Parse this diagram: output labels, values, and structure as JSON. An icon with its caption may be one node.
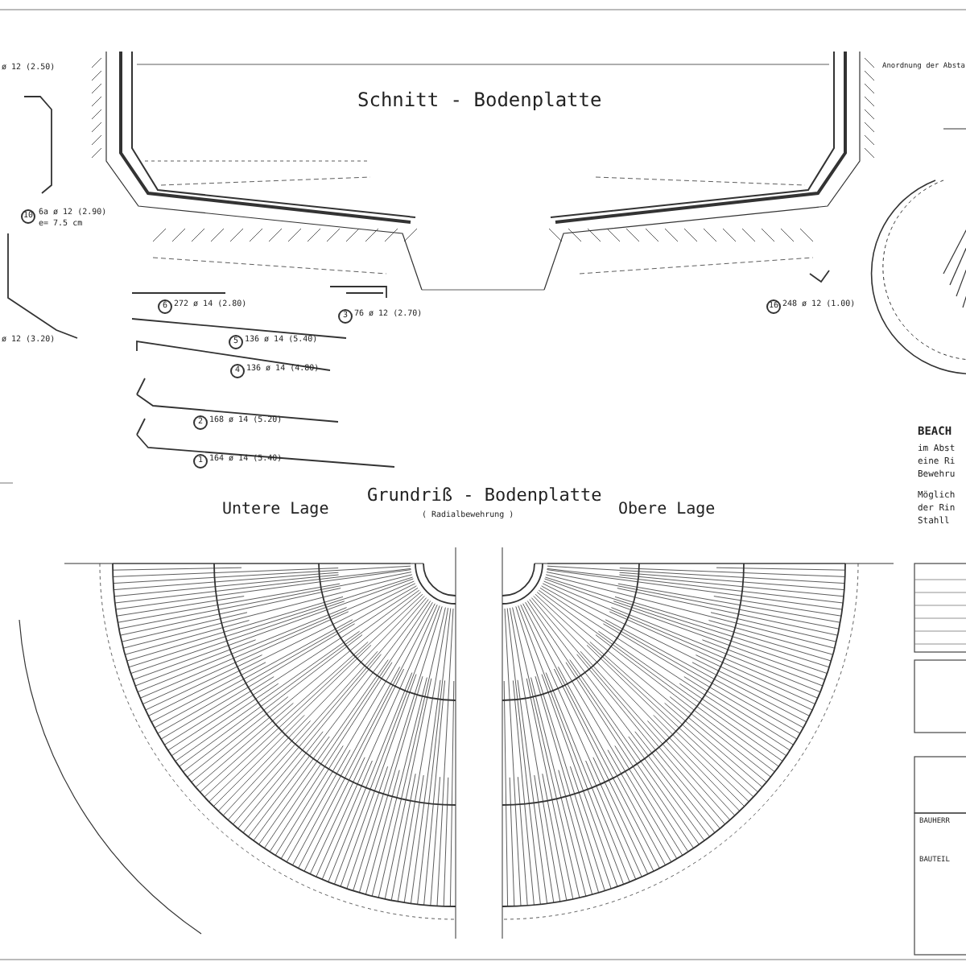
{
  "diagram": {
    "labels": [
      "ø 12 (2.50)",
      "Anordnung der Absta",
      "Schnitt - Bodenplatte",
      "10",
      "6a ø 12 (2.90)",
      "e= 7.5 cm",
      "6",
      "272 ø 14 (2.80)",
      "16",
      "248 ø 12 (1.00)",
      "3",
      "76 ø 12 (2.70)",
      "ø 12 (3.20)",
      "5",
      "136 ø 14 (5.40)",
      "4",
      "136 ø 14 (4.80)",
      "2",
      "168 ø 14 (5.20)",
      "1",
      "164 ø 14 (5.40)",
      "Grundriß - Bodenplatte",
      "( Radialbewehrung )",
      "Untere Lage",
      "Obere Lage",
      "BEACH",
      "im Abst",
      "eine Ri",
      "Bewehru",
      "Möglich",
      "der Rin",
      "Stahll",
      "BAUHERR",
      "BAUTEIL"
    ]
  }
}
